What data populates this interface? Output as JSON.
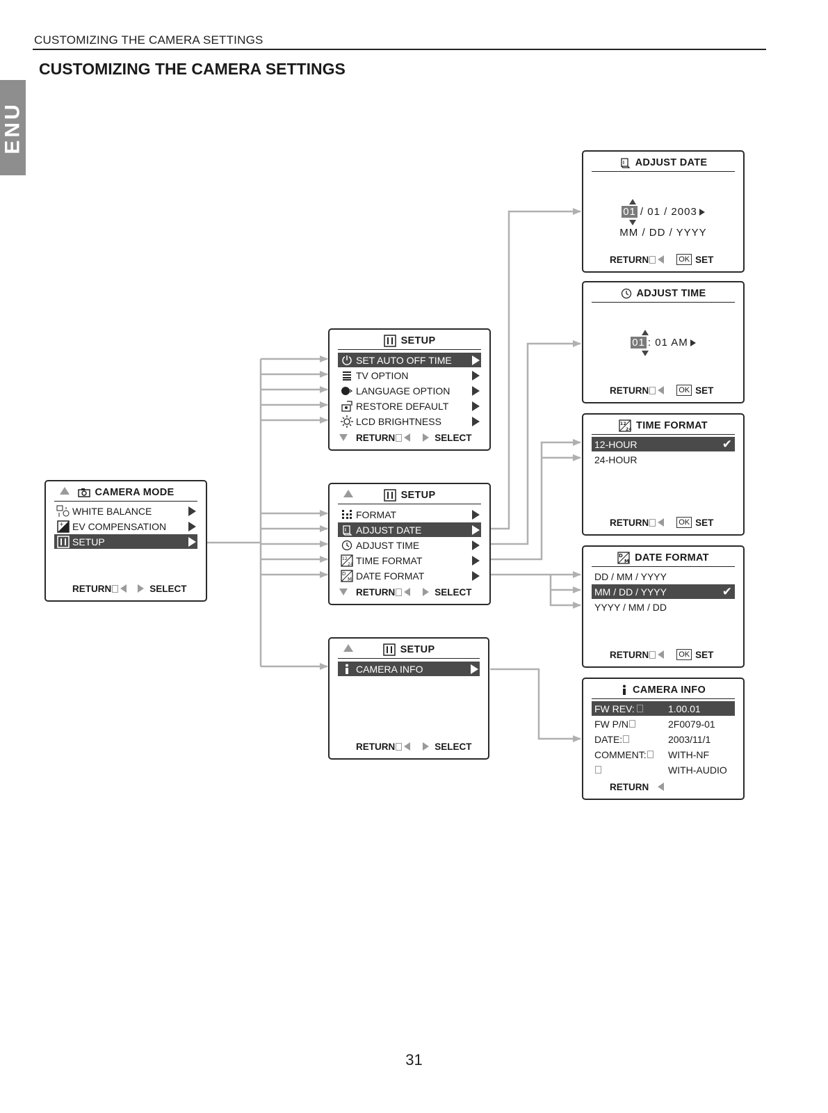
{
  "running_head": "CUSTOMIZING THE CAMERA SETTINGS",
  "page_title": "CUSTOMIZING THE CAMERA SETTINGS",
  "lang_tab": "ENU",
  "page_number": "31",
  "footer": {
    "return": "RETURN",
    "select": "SELECT",
    "set": "SET",
    "ok": "OK"
  },
  "camera_mode": {
    "title": "CAMERA MODE",
    "items": [
      {
        "label": "WHITE BALANCE",
        "icon": "white-balance-icon"
      },
      {
        "label": "EV COMPENSATION",
        "icon": "ev-compensation-icon"
      },
      {
        "label": "SETUP",
        "icon": "setup-icon"
      }
    ]
  },
  "setup1": {
    "title": "SETUP",
    "items": [
      {
        "label": "SET AUTO OFF TIME",
        "icon": "power-icon"
      },
      {
        "label": "TV OPTION",
        "icon": "tv-option-icon"
      },
      {
        "label": "LANGUAGE OPTION",
        "icon": "language-icon"
      },
      {
        "label": "RESTORE DEFAULT",
        "icon": "restore-icon"
      },
      {
        "label": "LCD BRIGHTNESS",
        "icon": "brightness-icon"
      }
    ]
  },
  "setup2": {
    "title": "SETUP",
    "items": [
      {
        "label": "FORMAT",
        "icon": "format-icon"
      },
      {
        "label": "ADJUST DATE",
        "icon": "calendar-icon"
      },
      {
        "label": "ADJUST TIME",
        "icon": "clock-icon"
      },
      {
        "label": "TIME FORMAT",
        "icon": "time-format-icon"
      },
      {
        "label": "DATE FORMAT",
        "icon": "date-format-icon"
      }
    ]
  },
  "setup3": {
    "title": "SETUP",
    "items": [
      {
        "label": "CAMERA INFO",
        "icon": "info-icon"
      }
    ]
  },
  "adjust_date": {
    "title": "ADJUST DATE",
    "month": "01",
    "rest": "/ 01 / 2003",
    "format": "MM / DD / YYYY"
  },
  "adjust_time": {
    "title": "ADJUST TIME",
    "hour": "01",
    "rest": ": 01 AM"
  },
  "time_format": {
    "title": "TIME FORMAT",
    "options": [
      "12-HOUR",
      "24-HOUR"
    ]
  },
  "date_format": {
    "title": "DATE FORMAT",
    "options": [
      "DD / MM / YYYY",
      "MM / DD / YYYY",
      "YYYY / MM / DD"
    ]
  },
  "camera_info": {
    "title": "CAMERA INFO",
    "rows": [
      {
        "key": "FW REV:",
        "value": "1.00.01"
      },
      {
        "key": "FW  P/N",
        "value": "2F0079-01"
      },
      {
        "key": "DATE:",
        "value": "2003/11/1"
      },
      {
        "key": "COMMENT:",
        "value": "WITH-NF"
      },
      {
        "key": "",
        "value": "WITH-AUDIO"
      }
    ]
  },
  "colors": {
    "connector": "#b0b0b0",
    "highlight": "#4a4a4a",
    "tab": "#8e8e8e"
  }
}
